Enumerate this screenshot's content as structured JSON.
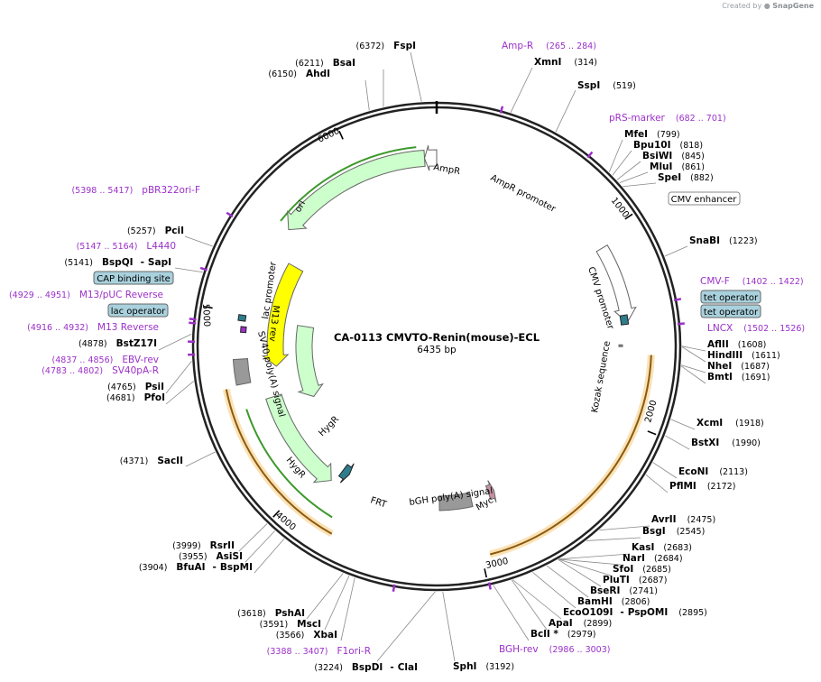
{
  "credit": {
    "prefix": "Created by",
    "brand": "SnapGene"
  },
  "plasmid": {
    "name": "CA-0113 CMVTO-Renin(mouse)-ECL",
    "size": "6435 bp",
    "length": 6435
  },
  "ticks": [
    {
      "pos": 1000,
      "label": "1000"
    },
    {
      "pos": 2000,
      "label": "2000"
    },
    {
      "pos": 3000,
      "label": "3000"
    },
    {
      "pos": 4000,
      "label": "4000"
    },
    {
      "pos": 5000,
      "label": "5000"
    },
    {
      "pos": 6000,
      "label": "6000"
    }
  ],
  "features": [
    {
      "name": "AmpR",
      "start": 5510,
      "end": 6369,
      "kind": "arrow",
      "dir": -1,
      "color": "#ccffcc",
      "stroke": "#666666"
    },
    {
      "name": "AmpR promoter",
      "start": 6369,
      "end": 6435,
      "kind": "arrow",
      "dir": -1,
      "color": "#ffffff",
      "stroke": "#666666"
    },
    {
      "name": "ori",
      "start": 4700,
      "end": 5350,
      "kind": "arrow",
      "dir": -1,
      "color": "#ffff00",
      "stroke": "#666666"
    },
    {
      "name": "CMV promoter",
      "start": 1060,
      "end": 1480,
      "kind": "arrow",
      "dir": 1,
      "color": "#ffffff",
      "stroke": "#666666"
    },
    {
      "name": "tet operator",
      "start": 1440,
      "end": 1490,
      "kind": "box",
      "color": "#2e7d8c",
      "stroke": "#222222"
    },
    {
      "name": "Kozak sequence",
      "start": 1600,
      "end": 1610,
      "kind": "box",
      "color": "#888888",
      "stroke": "#666666"
    },
    {
      "name": "bGH poly(A) signal",
      "start": 2990,
      "end": 3200,
      "kind": "box",
      "color": "#999999",
      "stroke": "#666666"
    },
    {
      "name": "Myc",
      "start": 2830,
      "end": 2870,
      "kind": "arrow",
      "dir": -1,
      "color": "#c790a5",
      "stroke": "#666666"
    },
    {
      "name": "FRT",
      "start": 3830,
      "end": 3880,
      "kind": "arrow",
      "dir": -1,
      "color": "#2e7d8c",
      "stroke": "#222222"
    },
    {
      "name": "HygR",
      "start": 3900,
      "end": 4520,
      "kind": "arrow",
      "dir": -1,
      "color": "#ccffcc",
      "stroke": "#666666"
    },
    {
      "name": "SV40 poly(A) signal",
      "start": 4630,
      "end": 4760,
      "kind": "box",
      "color": "#999999",
      "stroke": "#666666"
    },
    {
      "name": "lac promoter",
      "start": 4960,
      "end": 4990,
      "kind": "box",
      "color": "#2e7d8c",
      "stroke": "#222222"
    },
    {
      "name": "M13 rev",
      "start": 4900,
      "end": 4930,
      "kind": "box",
      "color": "#9b30c9",
      "stroke": "#222222"
    }
  ],
  "inner_labels": [
    {
      "text": "AmpR"
    },
    {
      "text": "AmpR promoter"
    },
    {
      "text": "ori"
    },
    {
      "text": "CMV promoter"
    },
    {
      "text": "Kozak sequence"
    },
    {
      "text": "bGH poly(A) signal"
    },
    {
      "text": "Myc"
    },
    {
      "text": "FRT"
    },
    {
      "text": "HygR"
    },
    {
      "text": "HygR"
    },
    {
      "text": "SV40 poly(A) signal"
    },
    {
      "text": "lac promoter"
    },
    {
      "text": "M13 rev"
    }
  ],
  "outer_arcs": [
    {
      "name": "orange-arc-1",
      "start": 1650,
      "end": 2960,
      "color": "#f2b35b"
    },
    {
      "name": "orange-arc-2",
      "start": 3740,
      "end": 4620,
      "color": "#f2b35b"
    },
    {
      "name": "green-arc-1",
      "start": 5520,
      "end": 6330,
      "color": "#3c9a2b"
    },
    {
      "name": "green-arc-2",
      "start": 3780,
      "end": 4500,
      "color": "#3c9a2b"
    }
  ],
  "enzymes_right": [
    {
      "name": "XmnI",
      "pos": "(314)"
    },
    {
      "name": "SspI",
      "pos": "(519)"
    },
    {
      "name": "MfeI",
      "pos": "(799)"
    },
    {
      "name": "Bpu10I",
      "pos": "(818)"
    },
    {
      "name": "BsiWI",
      "pos": "(845)"
    },
    {
      "name": "MluI",
      "pos": "(861)"
    },
    {
      "name": "SpeI",
      "pos": "(882)"
    },
    {
      "name": "SnaBI",
      "pos": "(1223)"
    },
    {
      "name": "AflII",
      "pos": "(1608)"
    },
    {
      "name": "HindIII",
      "pos": "(1611)"
    },
    {
      "name": "NheI",
      "pos": "(1687)"
    },
    {
      "name": "BmtI",
      "pos": "(1691)"
    },
    {
      "name": "XcmI",
      "pos": "(1918)"
    },
    {
      "name": "BstXI",
      "pos": "(1990)"
    },
    {
      "name": "EcoNI",
      "pos": "(2113)"
    },
    {
      "name": "PflMI",
      "pos": "(2172)"
    },
    {
      "name": "AvrII",
      "pos": "(2475)"
    },
    {
      "name": "BsgI",
      "pos": "(2545)"
    },
    {
      "name": "KasI",
      "pos": "(2683)"
    },
    {
      "name": "NarI",
      "pos": "(2684)"
    },
    {
      "name": "SfoI",
      "pos": "(2685)"
    },
    {
      "name": "PluTI",
      "pos": "(2687)"
    },
    {
      "name": "BseRI",
      "pos": "(2741)"
    },
    {
      "name": "BamHI",
      "pos": "(2806)"
    }
  ],
  "enzymes_right_special": {
    "eco_name": "EcoO109I",
    "eco_sep": "-",
    "psp_name": "PspOMI",
    "psp_pos": "(2895)",
    "apa_name": "ApaI",
    "apa_pos": "(2899)",
    "bcl_name": "BclI *",
    "bcl_pos": "(2979)",
    "sph_name": "SphI",
    "sph_pos": "(3192)"
  },
  "enzymes_left": [
    {
      "name": "FspI",
      "pos": "(6372)"
    },
    {
      "name": "BsaI",
      "pos": "(6211)"
    },
    {
      "name": "AhdI",
      "pos": "(6150)"
    },
    {
      "name": "PciI",
      "pos": "(5257)"
    },
    {
      "name": "BstZ17I",
      "pos": "(4878)"
    },
    {
      "name": "PsiI",
      "pos": "(4765)"
    },
    {
      "name": "PfoI",
      "pos": "(4681)"
    },
    {
      "name": "SacII",
      "pos": "(4371)"
    },
    {
      "name": "RsrII",
      "pos": "(3999)"
    },
    {
      "name": "AsiSI",
      "pos": "(3955)"
    },
    {
      "name": "PshAI",
      "pos": "(3618)"
    },
    {
      "name": "MscI",
      "pos": "(3591)"
    },
    {
      "name": "XbaI",
      "pos": "(3566)"
    }
  ],
  "enzymes_left_special": {
    "bspqi_pos": "(5141)",
    "bspqi_name": "BspQI",
    "bspqi_sep": "-",
    "sapi_name": "SapI",
    "bfuai_pos": "(3904)",
    "bfuai_name": "BfuAI",
    "bfuai_sep": "-",
    "bspmi_name": "BspMI",
    "bspdi_pos": "(3224)",
    "bspdi_name": "BspDI",
    "bspdi_sep": "-",
    "clai_name": "ClaI"
  },
  "primers": [
    {
      "name": "Amp-R",
      "pos": "(265 .. 284)"
    },
    {
      "name": "pRS-marker",
      "pos": "(682 .. 701)"
    },
    {
      "name": "CMV-F",
      "pos": "(1402 .. 1422)"
    },
    {
      "name": "LNCX",
      "pos": "(1502 .. 1526)"
    },
    {
      "name": "BGH-rev",
      "pos": "(2986 .. 3003)"
    },
    {
      "name": "F1ori-R",
      "pos": "(3388 .. 3407)"
    },
    {
      "name": "pBR322ori-F",
      "pos": "(5398 .. 5417)"
    },
    {
      "name": "L4440",
      "pos": "(5147 .. 5164)"
    },
    {
      "name": "M13/pUC Reverse",
      "pos": "(4929 .. 4951)"
    },
    {
      "name": "M13 Reverse",
      "pos": "(4916 .. 4932)"
    },
    {
      "name": "EBV-rev",
      "pos": "(4837 .. 4856)"
    },
    {
      "name": "SV40pA-R",
      "pos": "(4783 .. 4802)"
    }
  ],
  "boxed_labels": [
    {
      "text": "CMV enhancer",
      "fill": "#ffffff"
    },
    {
      "text": "tet operator",
      "fill": "#a9d1dd"
    },
    {
      "text": "tet operator",
      "fill": "#a9d1dd"
    },
    {
      "text": "CAP binding site",
      "fill": "#a9d1dd"
    },
    {
      "text": "lac operator",
      "fill": "#a9d1dd"
    }
  ]
}
